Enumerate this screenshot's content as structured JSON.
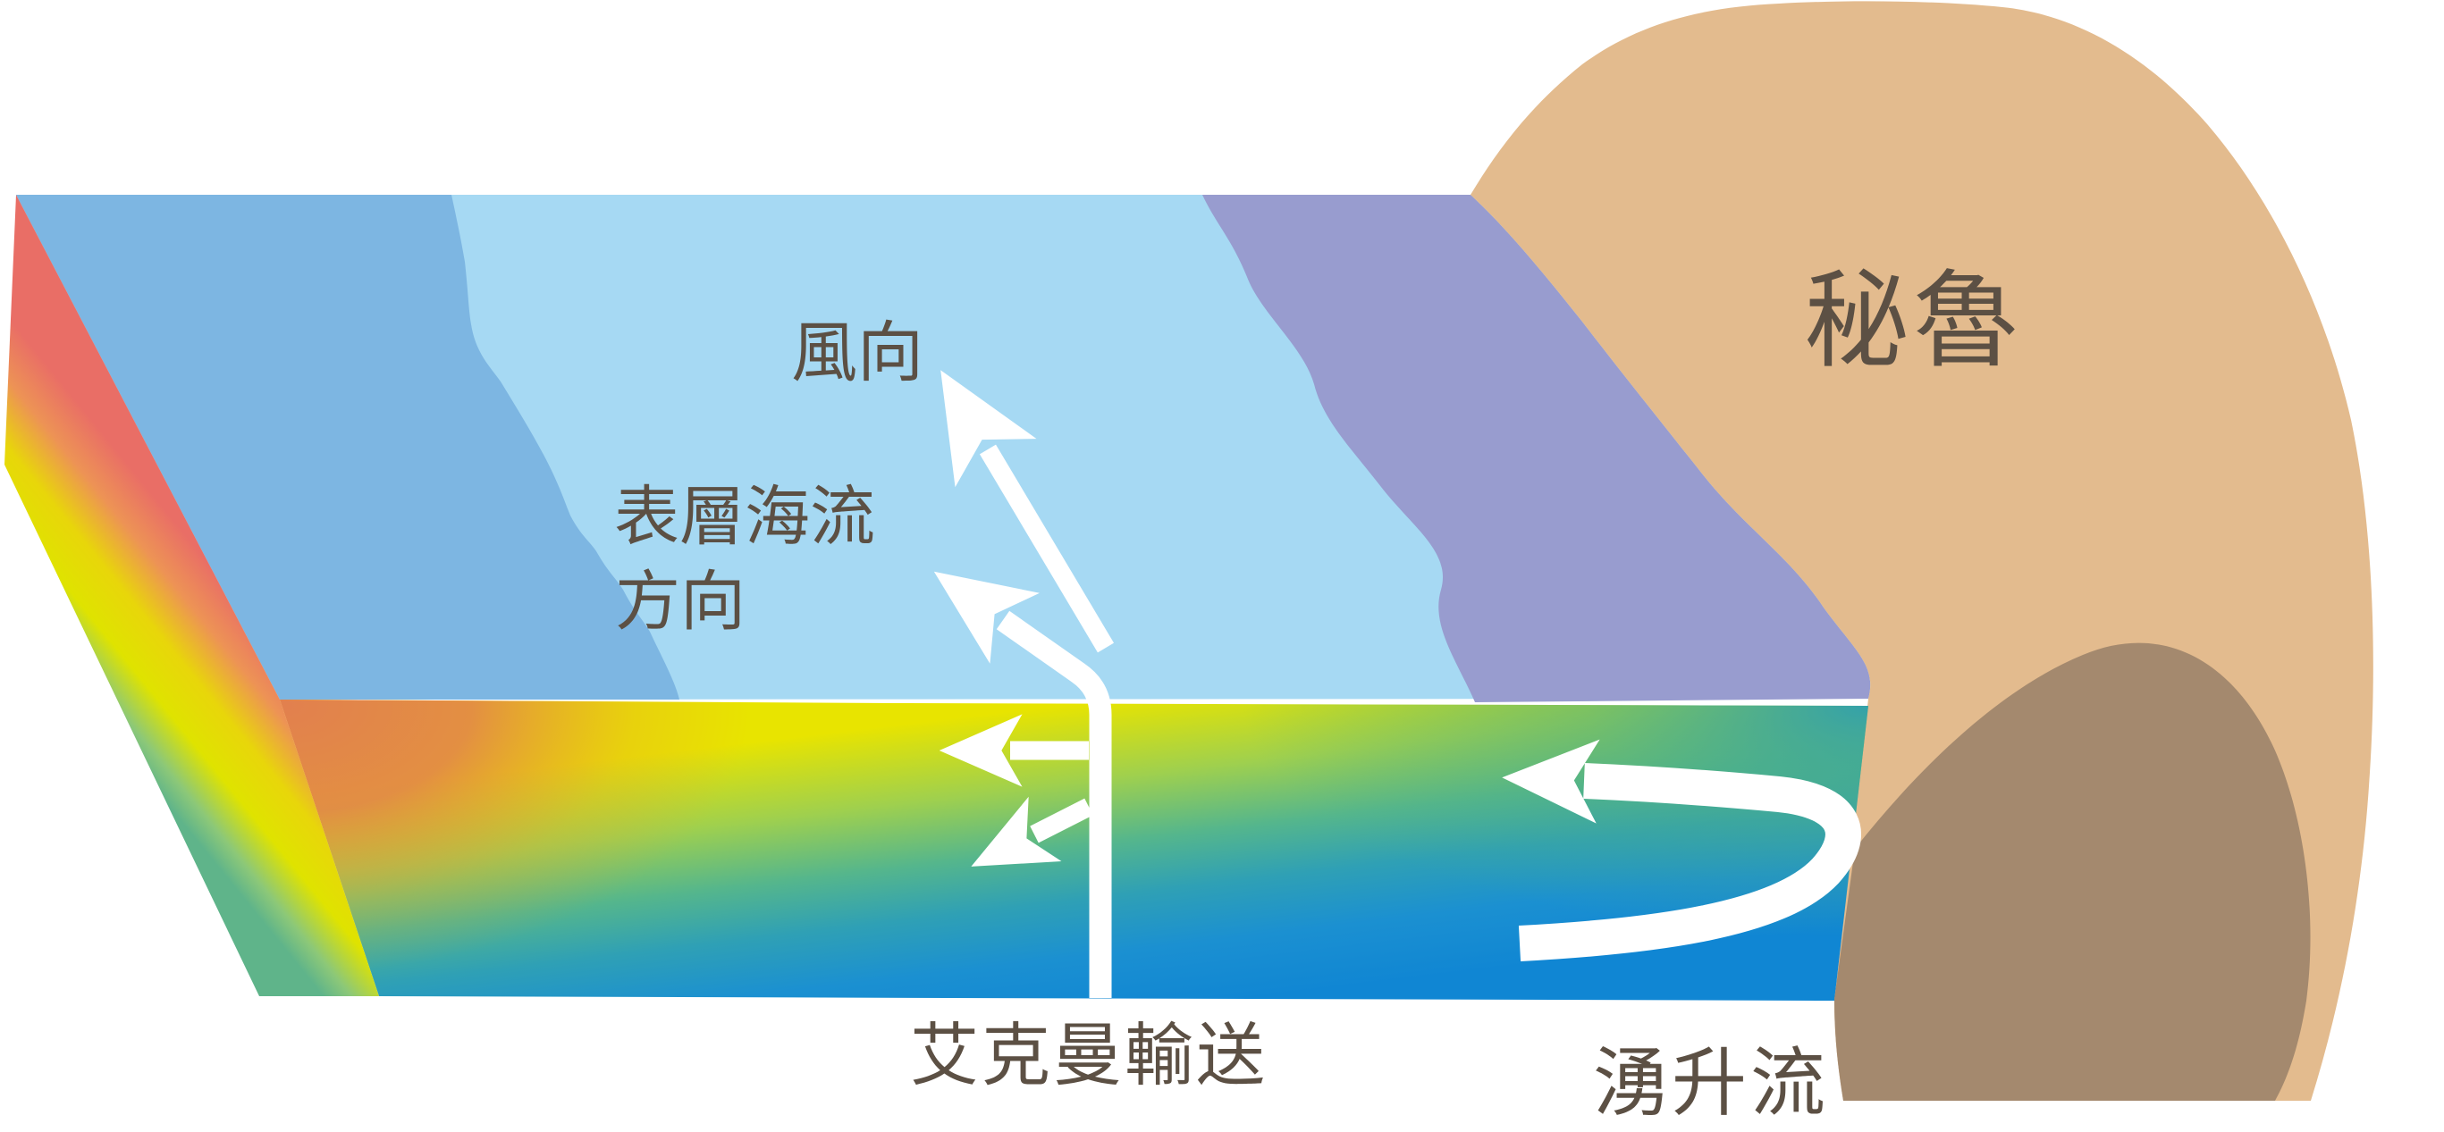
{
  "diagram": {
    "title_context": "Coastal upwelling and Ekman transport schematic off the coast of Peru",
    "labels": {
      "wind": "風向",
      "surface_current_line1": "表層海流",
      "surface_current_line2": "方向",
      "ekman": "艾克曼輸送",
      "upwelling": "湧升流",
      "peru": "秘魯"
    },
    "arrows": [
      {
        "name": "wind-direction-arrow",
        "meaning": "風向 wind direction",
        "direction": "up-left along shore"
      },
      {
        "name": "surface-current-arrow",
        "meaning": "表層海流方向 surface current direction",
        "direction": "up-left from surface junction"
      },
      {
        "name": "ekman-transport-pole",
        "meaning": "艾克曼輸送 vertical reference line into the water",
        "direction": "down"
      },
      {
        "name": "ekman-branch-upper",
        "meaning": "offshore transport at shallow depth",
        "direction": "left"
      },
      {
        "name": "ekman-branch-lower",
        "meaning": "offshore transport at deeper level",
        "direction": "down-left"
      },
      {
        "name": "upwelling-arrow",
        "meaning": "湧升流 deep water rising and turning offshore",
        "direction": "u-turn opening left"
      }
    ],
    "colors": {
      "background": "#ffffff",
      "sea_surface": "#a6d9f3",
      "offshore_band": "#7db6e2",
      "coastal_band": "#989ccf",
      "land": "#e3bb8e",
      "slope": "#a4896e",
      "arrow": "#ffffff",
      "label_text": "#5c5044",
      "front_face_warm": "#e8e400",
      "front_face_orange": "#e2804e",
      "front_face_cold": "#1086d3",
      "left_face_red": "#e96e66",
      "left_face_green": "#5fb48a"
    }
  }
}
